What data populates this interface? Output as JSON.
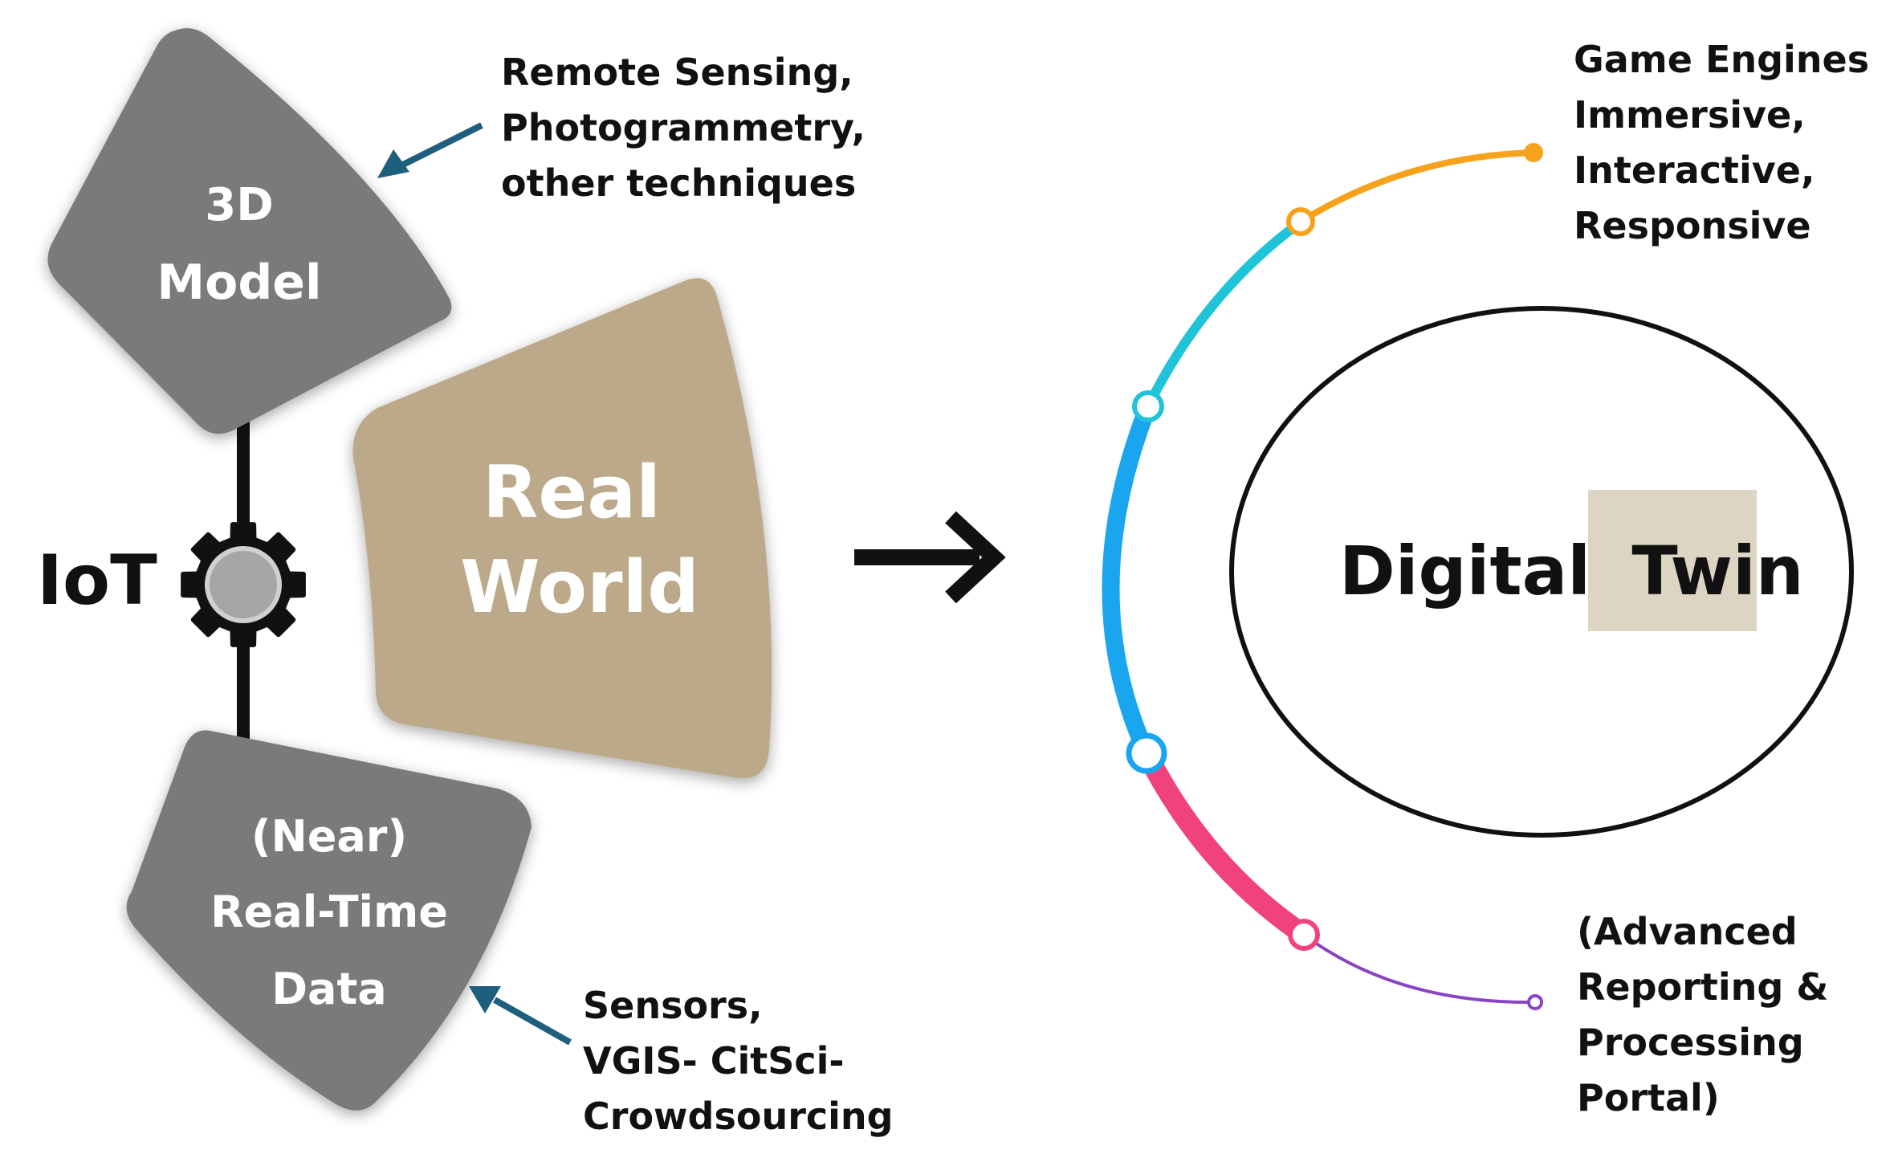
{
  "colors": {
    "shape_gray": "#7a7a7a",
    "real_world": "#bba98a",
    "pointer_arrow": "#1f5f7e",
    "twin_highlight": "#ddd5c4",
    "arc_orange": "#f7a21c",
    "arc_cyan": "#1fc4d8",
    "arc_blue": "#1aa6ee",
    "arc_pink": "#f0437c",
    "arc_purple": "#8a44c4",
    "text": "#111111"
  },
  "shapes": {
    "model_3d": {
      "line1": "3D",
      "line2": "Model"
    },
    "real_time": {
      "line1": "(Near)",
      "line2": "Real-Time",
      "line3": "Data"
    },
    "real_world": {
      "line1": "Real",
      "line2": "World"
    },
    "iot": "IoT"
  },
  "annotations": {
    "remote_sensing": [
      "Remote Sensing,",
      "Photogrammetry,",
      "other techniques"
    ],
    "sensors": [
      "Sensors,",
      "VGIS- CitSci-",
      "Crowdsourcing"
    ],
    "game_engines": [
      "Game Engines",
      "Immersive,",
      "Interactive,",
      "Responsive"
    ],
    "reporting": [
      "(Advanced",
      "Reporting &",
      "Processing",
      "Portal)"
    ]
  },
  "digital_twin": {
    "word1": "Digital",
    "word2": "Twin"
  },
  "icons": {
    "gear": "gear-icon",
    "flow_arrow": "arrow-right-icon",
    "pointer_top": "arrow-pointer-icon",
    "pointer_bottom": "arrow-pointer-icon"
  }
}
